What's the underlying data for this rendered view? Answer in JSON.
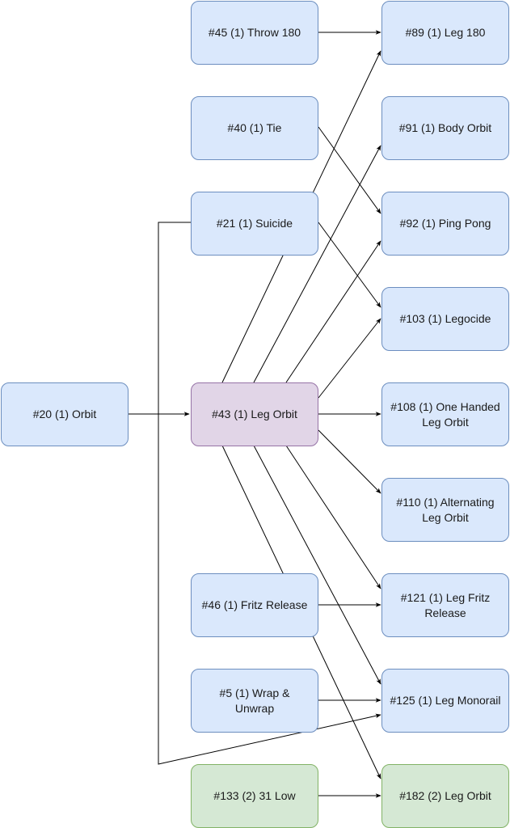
{
  "diagram": {
    "colors": {
      "blue_fill": "#dae8fc",
      "blue_stroke": "#6c8ebf",
      "purple_fill": "#e1d5e7",
      "purple_stroke": "#9673a6",
      "green_fill": "#d5e8d4",
      "green_stroke": "#82b366",
      "edge": "#000000"
    },
    "nodes": [
      {
        "id": "n20",
        "label": "#20 (1) Orbit",
        "style": "blue"
      },
      {
        "id": "n45",
        "label": "#45 (1) Throw 180",
        "style": "blue"
      },
      {
        "id": "n40",
        "label": "#40 (1) Tie",
        "style": "blue"
      },
      {
        "id": "n21",
        "label": "#21 (1) Suicide",
        "style": "blue"
      },
      {
        "id": "n43",
        "label": "#43 (1) Leg Orbit",
        "style": "purple"
      },
      {
        "id": "n46",
        "label": "#46 (1) Fritz Release",
        "style": "blue"
      },
      {
        "id": "n5",
        "label": "#5 (1) Wrap & Unwrap",
        "style": "blue"
      },
      {
        "id": "n133",
        "label": "#133 (2) 31 Low",
        "style": "green"
      },
      {
        "id": "n89",
        "label": "#89 (1) Leg 180",
        "style": "blue"
      },
      {
        "id": "n91",
        "label": "#91 (1) Body Orbit",
        "style": "blue"
      },
      {
        "id": "n92",
        "label": "#92 (1) Ping Pong",
        "style": "blue"
      },
      {
        "id": "n103",
        "label": "#103 (1) Legocide",
        "style": "blue"
      },
      {
        "id": "n108",
        "label": "#108 (1) One Handed Leg Orbit",
        "style": "blue"
      },
      {
        "id": "n110",
        "label": "#110 (1) Alternating Leg Orbit",
        "style": "blue"
      },
      {
        "id": "n121",
        "label": "#121 (1) Leg Fritz Release",
        "style": "blue"
      },
      {
        "id": "n125",
        "label": "#125 (1) Leg Monorail",
        "style": "blue"
      },
      {
        "id": "n182",
        "label": "#182 (2) Leg Orbit",
        "style": "green"
      }
    ],
    "edges": [
      {
        "from": "n20",
        "to": "n43"
      },
      {
        "from": "n45",
        "to": "n89"
      },
      {
        "from": "n40",
        "to": "n92"
      },
      {
        "from": "n21",
        "to": "n103"
      },
      {
        "from": "n21",
        "to": "n125"
      },
      {
        "from": "n43",
        "to": "n89"
      },
      {
        "from": "n43",
        "to": "n91"
      },
      {
        "from": "n43",
        "to": "n92"
      },
      {
        "from": "n43",
        "to": "n103"
      },
      {
        "from": "n43",
        "to": "n108"
      },
      {
        "from": "n43",
        "to": "n110"
      },
      {
        "from": "n43",
        "to": "n121"
      },
      {
        "from": "n43",
        "to": "n125"
      },
      {
        "from": "n43",
        "to": "n182"
      },
      {
        "from": "n46",
        "to": "n121"
      },
      {
        "from": "n5",
        "to": "n125"
      },
      {
        "from": "n133",
        "to": "n182"
      }
    ]
  }
}
